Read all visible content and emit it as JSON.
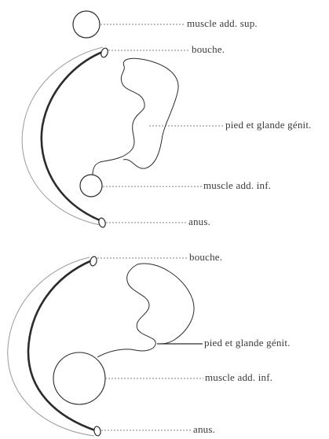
{
  "figure_top": {
    "labels": {
      "muscle_sup": "muscle add. sup.",
      "bouche": "bouche.",
      "pied": "pied et glande génit.",
      "muscle_inf": "muscle add. inf.",
      "anus": "anus."
    }
  },
  "figure_bottom": {
    "labels": {
      "bouche": "bouche.",
      "pied": "pied et glande génit.",
      "muscle_inf": "muscle add. inf.",
      "anus": "anus."
    }
  },
  "colors": {
    "ink": "#2b2b2b",
    "faint": "#8a8a8a",
    "leader": "#555555"
  }
}
